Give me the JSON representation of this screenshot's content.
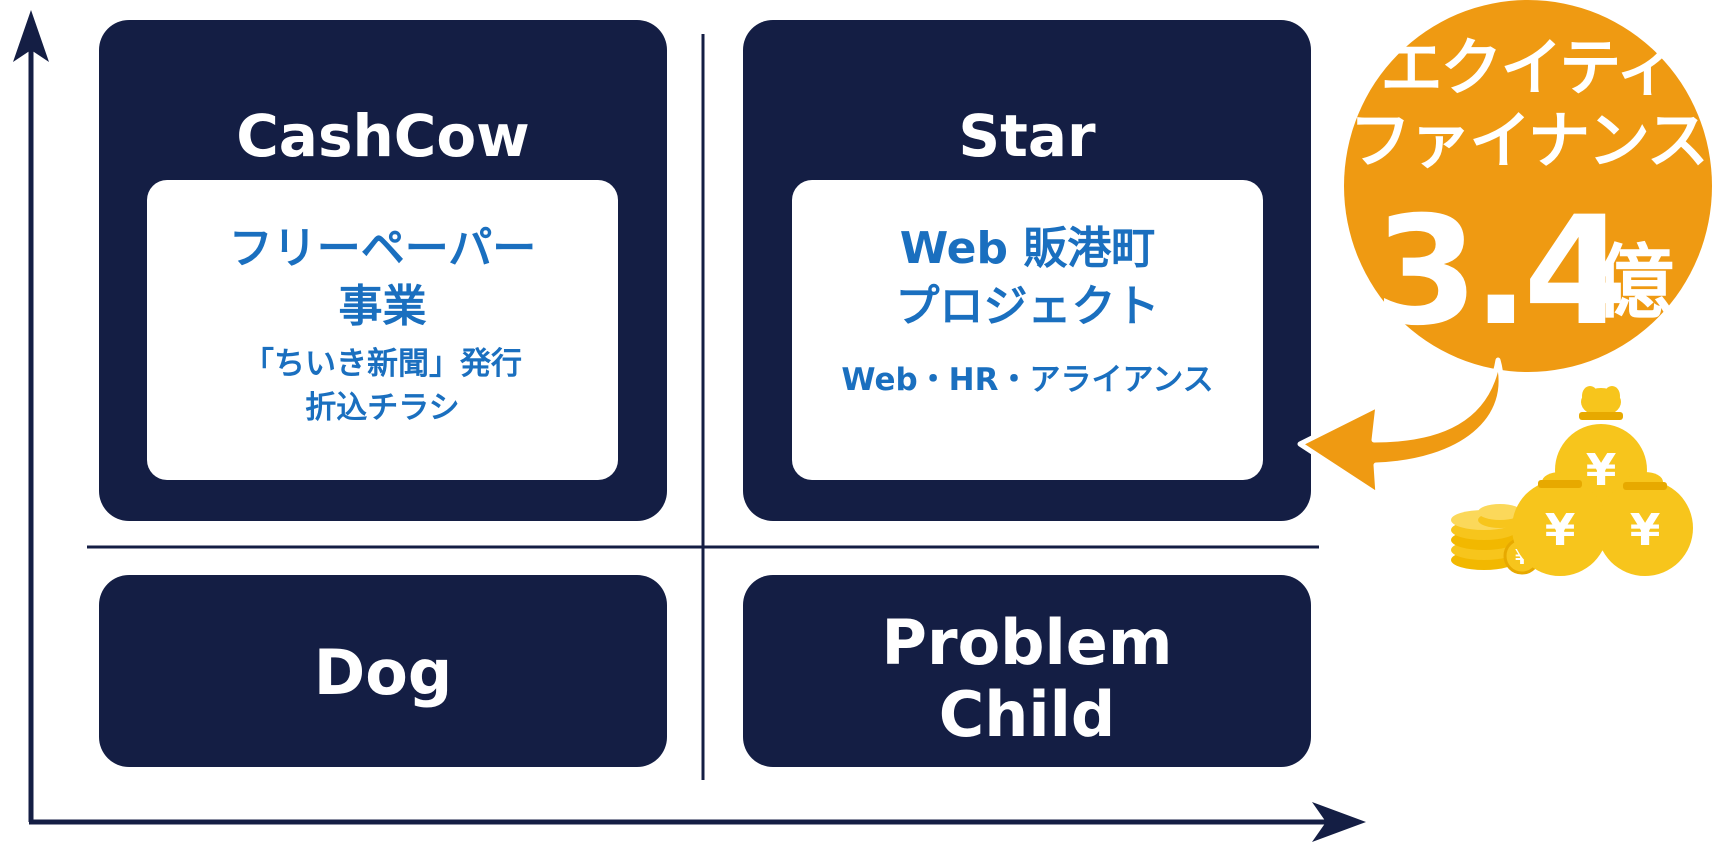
{
  "quadrants": {
    "cashcow": {
      "title": "CashCow",
      "headline_1": "フリーペーパー",
      "headline_2": "事業",
      "detail_1": "「ちいき新聞」発行",
      "detail_2": "折込チラシ"
    },
    "star": {
      "title": "Star",
      "headline_1": "Web 販港町",
      "headline_2": "プロジェクト",
      "detail_1": "Web・HR・アライアンス"
    },
    "dog": {
      "title": "Dog"
    },
    "problem_child": {
      "title_1": "Problem",
      "title_2": "Child"
    }
  },
  "badge": {
    "line1": "エクイティ",
    "line2": "ファイナンス",
    "amount": "3.4",
    "unit": "億"
  },
  "icons": {
    "arrow": "curved-arrow-icon",
    "money": "money-bags-icon"
  },
  "colors": {
    "navy": "#141e44",
    "blue_text": "#1a6fbf",
    "orange": "#ef9a12",
    "gold": "#f7c51c"
  }
}
